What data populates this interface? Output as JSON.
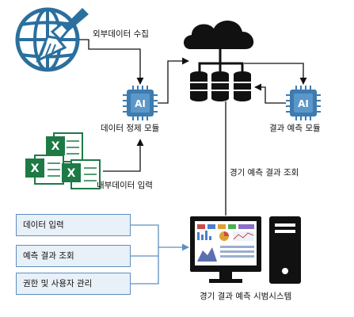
{
  "labels": {
    "external_collect": "외부데이터 수집",
    "refine_module": "데이터 정제 모듈",
    "predict_module": "결과 예측 모듈",
    "internal_input": "내부데이터 입력",
    "query_result": "경기 예측 결과 조회",
    "system_name": "경기 결과 예측 시범시스템"
  },
  "chip_text": "AI",
  "functions": [
    {
      "label": "데이터 입력"
    },
    {
      "label": "예측 결과 조회"
    },
    {
      "label": "권한 및 사용자 관리"
    }
  ],
  "icons": [
    "globe-broom-icon",
    "ai-chip-icon",
    "cloud-database-icon",
    "excel-files-icon",
    "desktop-computer-icon"
  ],
  "colors": {
    "globe_blue": "#2a6f9e",
    "chip_blue": "#3d7bb0",
    "box_fill": "#e8f0f8",
    "box_border": "#5f8fc0",
    "excel_green": "#1d7a45",
    "dark": "#111111"
  }
}
